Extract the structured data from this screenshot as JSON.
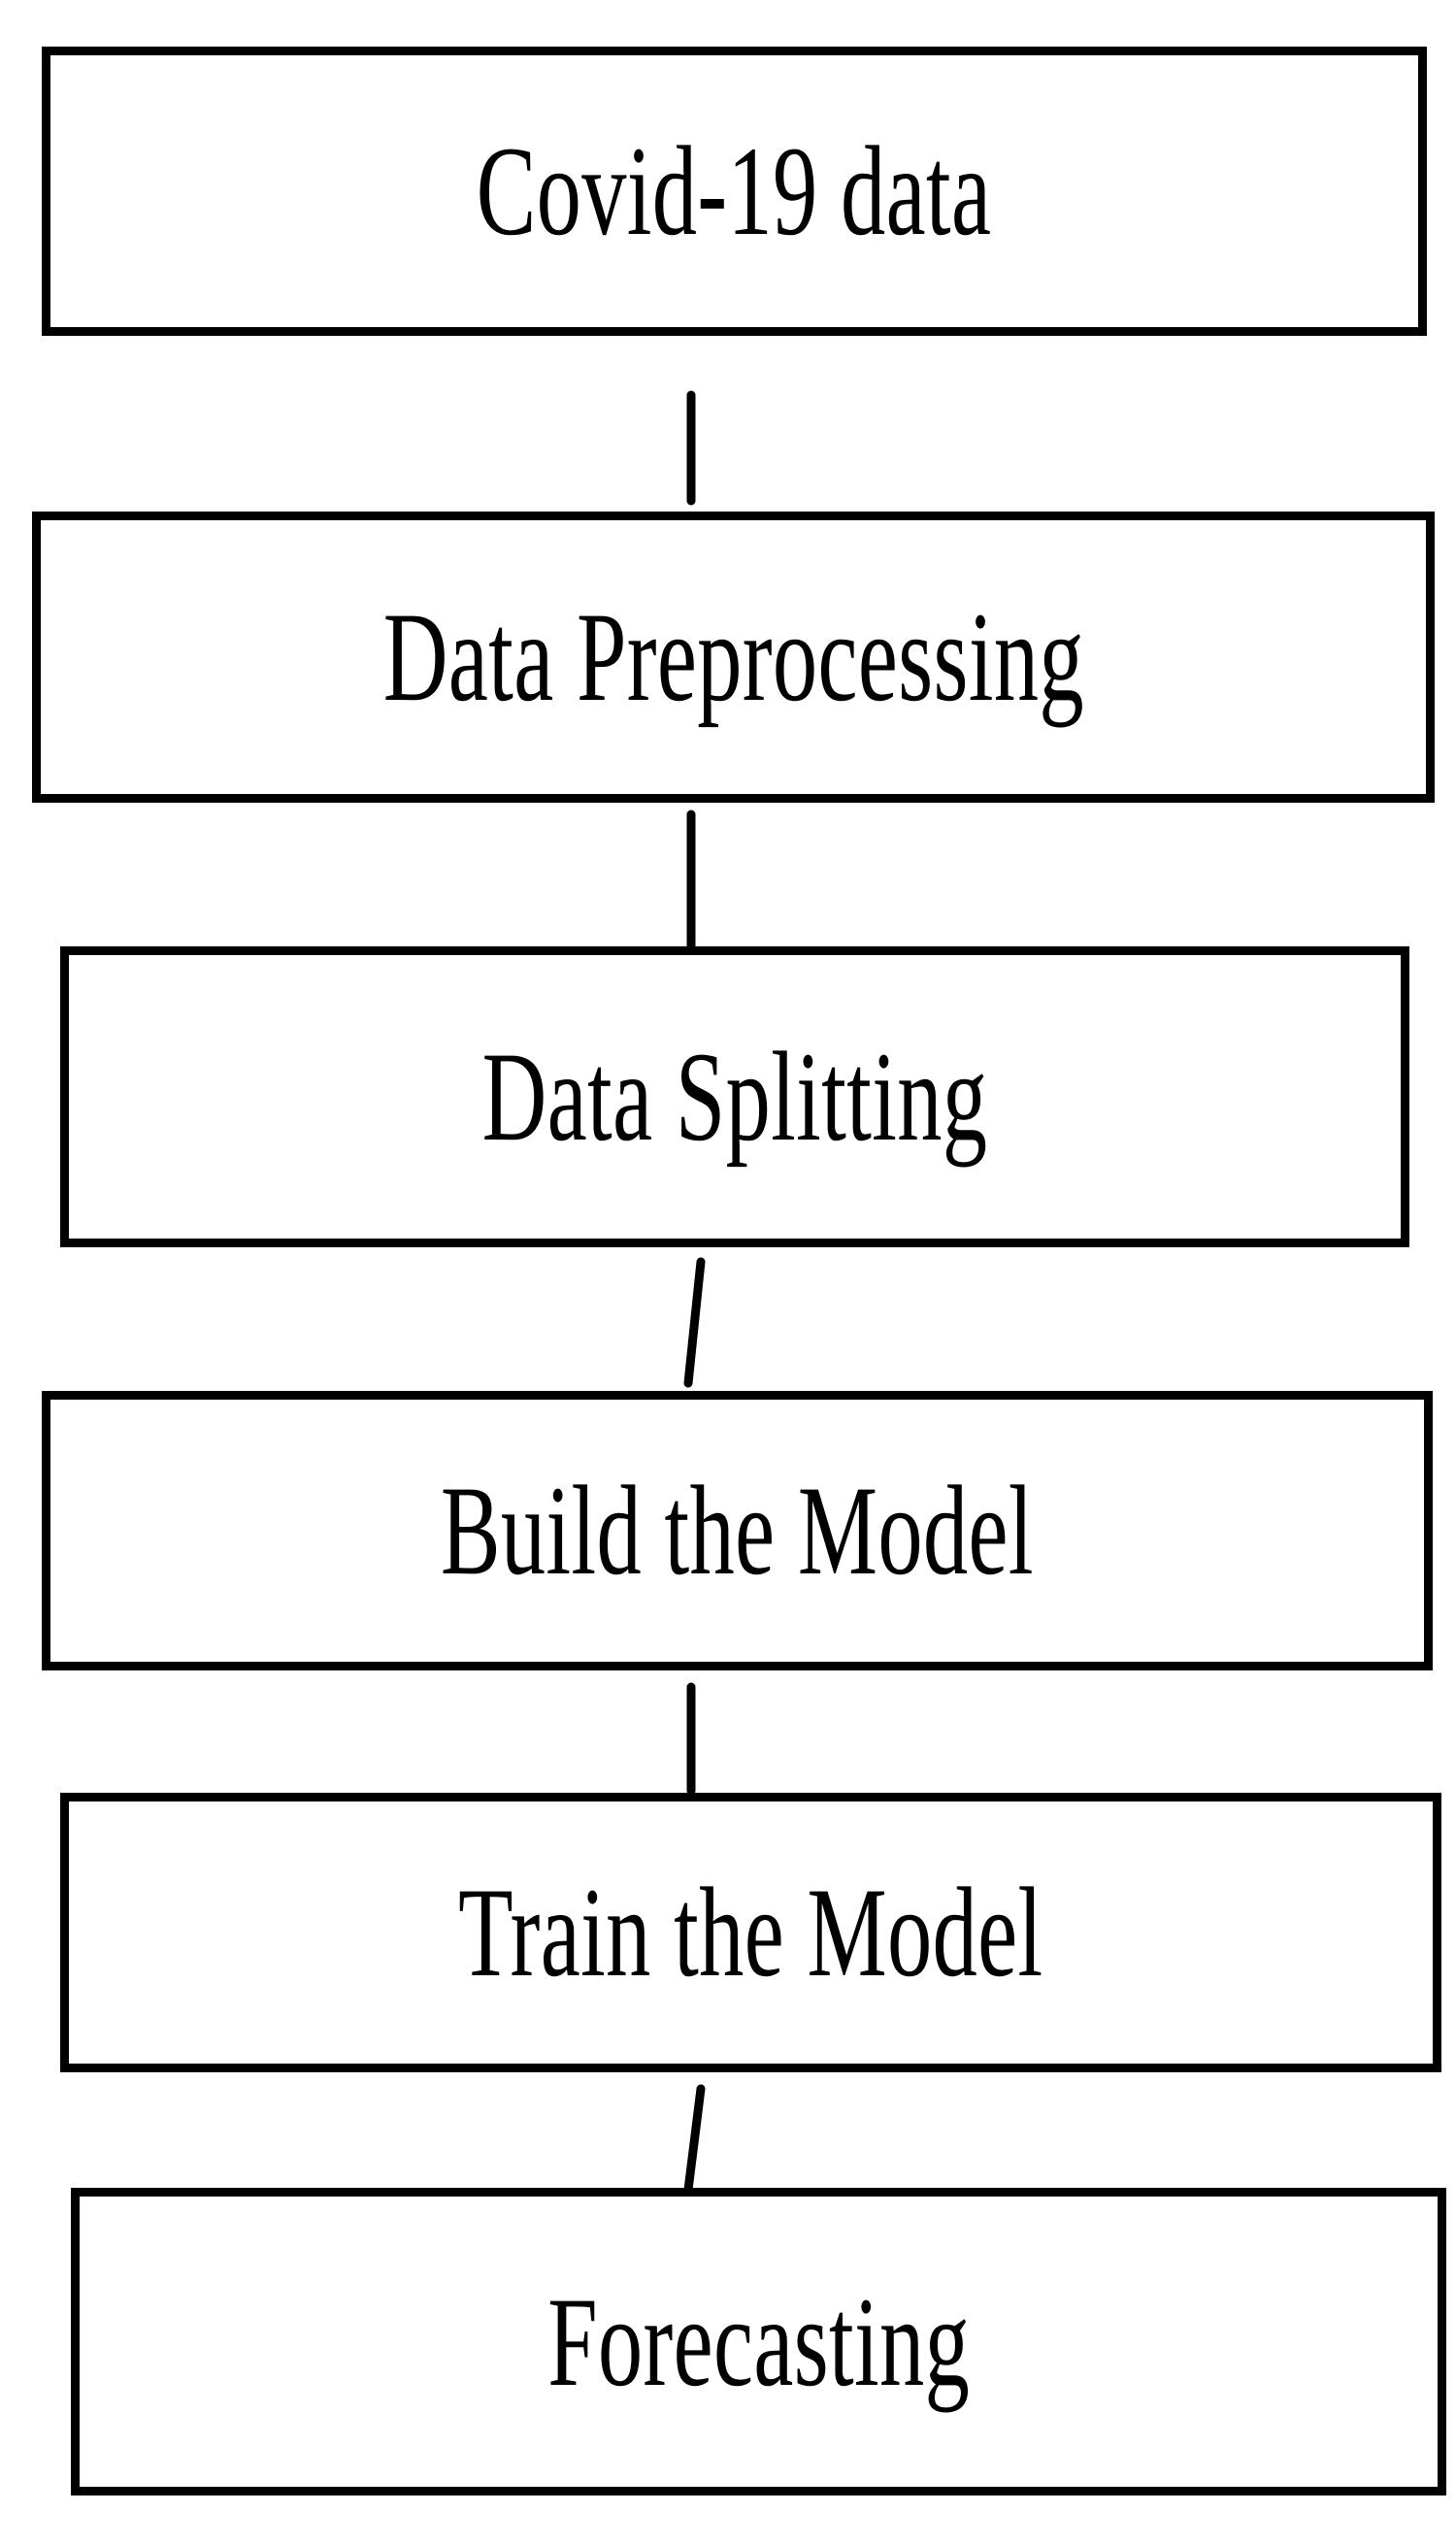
{
  "diagram": {
    "title": "Covid-19 forecasting pipeline flowchart",
    "orientation": "top-to-bottom",
    "background_color": "#ffffff",
    "stroke_color": "#000000",
    "nodes": [
      {
        "id": "covid-19-data",
        "label": "Covid-19 data"
      },
      {
        "id": "data-preprocessing",
        "label": "Data Preprocessing"
      },
      {
        "id": "data-splitting",
        "label": "Data Splitting"
      },
      {
        "id": "build-the-model",
        "label": "Build the Model"
      },
      {
        "id": "train-the-model",
        "label": "Train the Model"
      },
      {
        "id": "forecasting",
        "label": "Forecasting"
      }
    ],
    "edges": [
      {
        "from": "covid-19-data",
        "to": "data-preprocessing",
        "style": "straight"
      },
      {
        "from": "data-preprocessing",
        "to": "data-splitting",
        "style": "straight"
      },
      {
        "from": "data-splitting",
        "to": "build-the-model",
        "style": "slanted"
      },
      {
        "from": "build-the-model",
        "to": "train-the-model",
        "style": "straight"
      },
      {
        "from": "train-the-model",
        "to": "forecasting",
        "style": "slanted"
      }
    ]
  }
}
